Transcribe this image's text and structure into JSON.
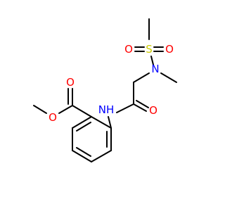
{
  "molecule": {
    "atoms": {
      "o1": "O",
      "o2": "O",
      "s1": "S",
      "n1": "N",
      "nh": "NH",
      "o3": "O",
      "o4": "O",
      "o5": "O"
    },
    "colors": {
      "bond": "#000000",
      "oxygen": "#ff0000",
      "sulfur": "#cccc00",
      "nitrogen": "#0000ff"
    }
  }
}
